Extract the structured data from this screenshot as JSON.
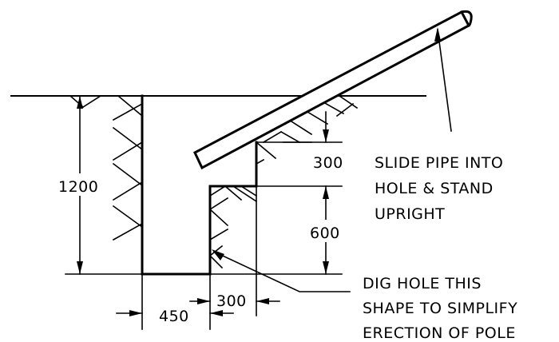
{
  "dimensions": {
    "total_depth": "1200",
    "lower_step_depth": "600",
    "upper_step_rise": "300",
    "hole_width": "450",
    "step_width": "300"
  },
  "notes": {
    "pipe_note": [
      "SLIDE PIPE INTO",
      "HOLE & STAND",
      "UPRIGHT"
    ],
    "hole_note": [
      "DIG HOLE THIS",
      "SHAPE TO SIMPLIFY",
      "ERECTION OF POLE"
    ]
  },
  "colors": {
    "ink": "#000000",
    "paper": "#ffffff"
  }
}
